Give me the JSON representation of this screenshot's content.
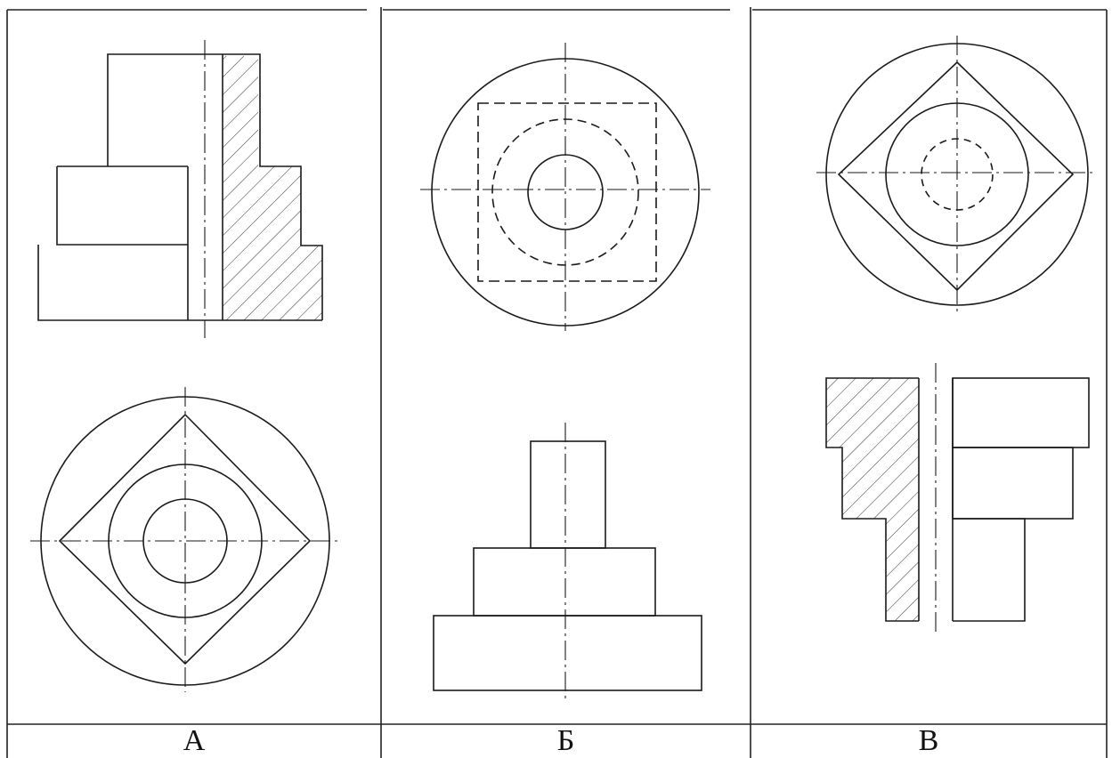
{
  "panels": [
    {
      "label": "А",
      "views": [
        "section-front",
        "top-view-square-in-circle"
      ]
    },
    {
      "label": "Б",
      "views": [
        "top-view-dashed-square-in-circle",
        "front-view-stepped"
      ]
    },
    {
      "label": "В",
      "views": [
        "top-view-square-in-circle-dashed-hole",
        "section-front-mirrored"
      ]
    }
  ],
  "colors": {
    "line": "#1a1a1a",
    "background": "#ffffff"
  }
}
